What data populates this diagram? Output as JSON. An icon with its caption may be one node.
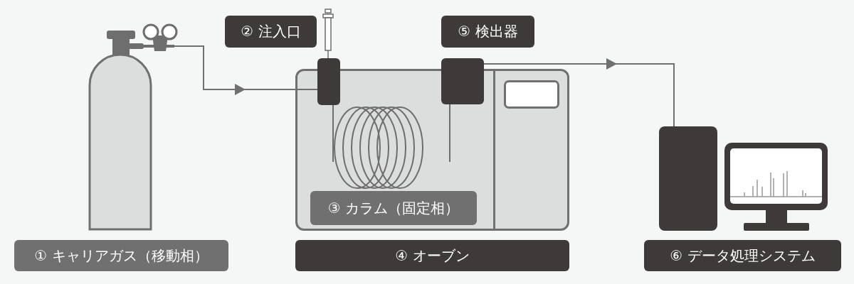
{
  "diagram": {
    "nodes": [
      {
        "text": [],
        "shape": "cylinder"
      },
      {
        "text": [
          "① キャリアガス（移動相）"
        ]
      },
      {
        "text": [
          "② 注入口"
        ]
      },
      {
        "text": [],
        "shape": "box"
      },
      {
        "text": [],
        "shape": "box"
      },
      {
        "text": [
          "③ カラム（固定相）"
        ],
        "in": 4
      },
      {
        "text": [
          "④ オーブン"
        ]
      },
      {
        "text": [
          "⑤ 検出器"
        ]
      },
      {
        "text": [],
        "shape": "box"
      },
      {
        "text": [],
        "shape": "picture"
      },
      {
        "text": [
          "⑥ データ処理システム"
        ]
      },
      {
        "text": [],
        "shape": "box",
        "in": 4
      }
    ],
    "edges": [
      {
        "from": 0,
        "to": 3,
        "arrow": "to"
      },
      {
        "from": 8,
        "to": 9,
        "arrow": "to"
      }
    ]
  }
}
